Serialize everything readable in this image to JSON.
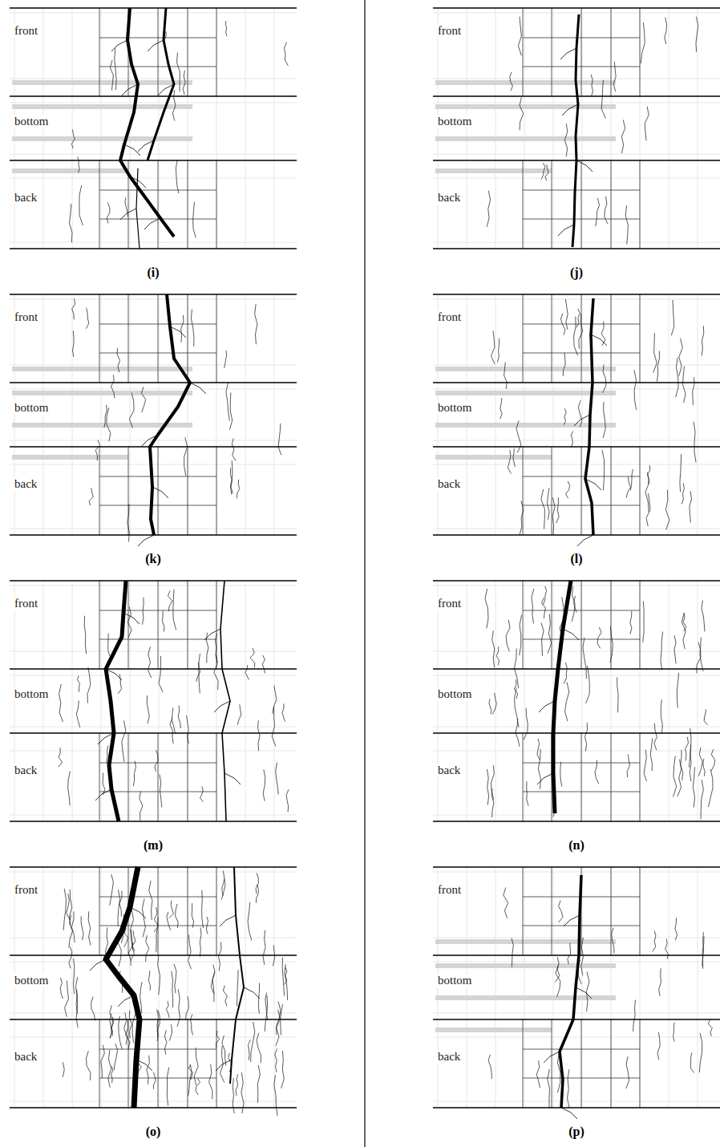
{
  "diagram": {
    "labels": [
      "front",
      "bottom",
      "back",
      "(i)",
      "front",
      "bottom",
      "back",
      "(j)",
      "front",
      "bottom",
      "back",
      "(k)",
      "front",
      "bottom",
      "back",
      "(l)",
      "front",
      "bottom",
      "back",
      "(m)",
      "front",
      "bottom",
      "back",
      "(n)",
      "front",
      "bottom",
      "back",
      "(o)",
      "front",
      "bottom",
      "back",
      "(p)"
    ]
  }
}
